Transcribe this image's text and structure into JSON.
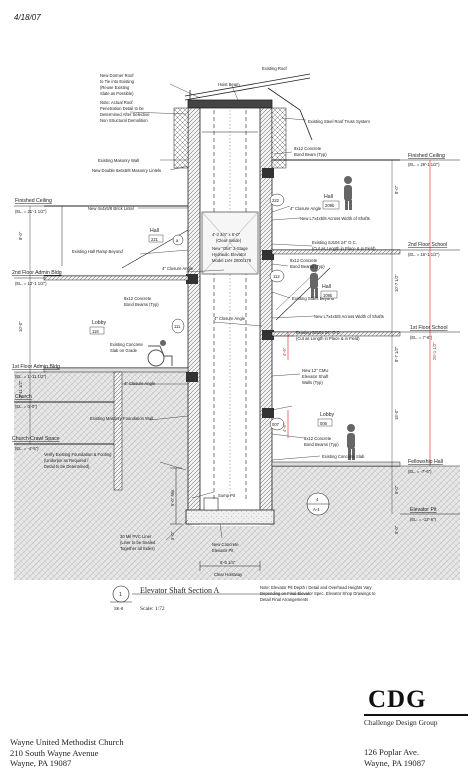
{
  "sheet": {
    "date": "4/18/07",
    "title": "Elevator Shaft Section A",
    "scale": "Scale: 1:72",
    "section_id": "1",
    "section_sheet": "SK-8"
  },
  "levels_left": {
    "finished_ceiling": "Finished Ceiling",
    "finished_ceiling_el": "(EL. = 21'-1 1/2\")",
    "second_floor_admin": "2nd Floor Admin Bldg",
    "second_floor_admin_el": "(EL. = 13'-1 1/2\")",
    "first_floor_admin": "1st Floor Admin Bldg",
    "first_floor_admin_el": "(EL. = 1'-11 1/2\")",
    "church": "Church",
    "church_el": "(EL. = 0'-0\")",
    "crawl_space": "Church Crawl Space",
    "crawl_space_el": "(EL. = -4'-5\")"
  },
  "levels_right": {
    "finished_ceiling": "Finished Ceiling",
    "finished_ceiling_el": "(EL. = 26'-1 1/2\")",
    "second_floor_school": "2nd Floor School",
    "second_floor_school_el": "(EL. = 16'-1 1/2\")",
    "first_floor_school": "1st Floor School",
    "first_floor_school_el": "(EL. = 7'-6\")",
    "fellowship_hall": "Fellowship Hall",
    "fellowship_hall_el": "(EL. = -7'-6\")",
    "elevator_pit": "Elevator Pit",
    "elevator_pit_el": "(EL. = -12'-6\")"
  },
  "callouts": {
    "existing_roof": "Existing Roof",
    "new_dormer_1": "New Dormer Roof",
    "new_dormer_2": "to Tie into Existing",
    "new_dormer_3": "(Reuse Existing",
    "new_dormer_4": "Slate as Possible)",
    "note_1": "Note: Actual Roof",
    "note_2": "Penetration Detail to be",
    "note_3": "Determined After Selective",
    "note_4": "Non Structural Demolition",
    "hoist_beam": "Hoist Beam",
    "steel_truss": "Existing Steel Roof Truss System",
    "bond_beam_top_1": "8x12 Concrete",
    "bond_beam_top_2": "Bond Beam (Typ)",
    "existing_masonry_wall": "Existing Masonry Wall",
    "new_lintels": "New Double 6x6x5/8 Masonry Lintels",
    "new_lintel": "New 4x4x5/8 Brick Lintel",
    "closure_angle_1": "4\" Closure Angle",
    "new_l7_1": "New L7x4x5/8 Across Width of Shafts",
    "ramp_beyond": "Existing Hall Ramp Beyond",
    "closure_angle_2": "4\" Closure Angle",
    "joists_1": "Existing SJ104 24\" O.C.",
    "joists_1b": "(Cut as Length in Place & in Field)",
    "bond_beams_mid_1": "8x12 Concrete",
    "bond_beams_mid_2": "Bond Beams (Typ)",
    "bond_beams_low_1": "8x12 Concrete",
    "bond_beams_low_2": "Bond Beams (Typ)",
    "stairs_beyond": "Existing Stairs Beyond",
    "new_l7_2": "New L7x4x5/8 Across Width of Shafts",
    "closure_angle_3": "4\" Closure Angle",
    "joists_2": "Existing SJ104 24\" O.C.",
    "joists_2b": "(Cut as Length in Place & in Field)",
    "slab_on_grade_1": "Existing Concrete",
    "slab_on_grade_2": "Slab on Grade",
    "cmu_1": "New 12\" CMU",
    "cmu_2": "Elevator Shaft",
    "cmu_3": "Walls (Typ)",
    "closure_angle_4": "4\" Closure Angle",
    "masonry_foundation": "Existing Masonry Foundation Wall",
    "bond_beams_bot_1": "8x12 Concrete",
    "bond_beams_bot_2": "Bond Beams (Typ)",
    "existing_slab": "Existing Concrete Slab",
    "verify_1": "Verify Existing Foundation & Footing",
    "verify_2": "(Underpin as Required /",
    "verify_3": "Detail to be Determined)",
    "sump_pit": "Sump Pit",
    "pvc_1": "30 Mil PVC Liner",
    "pvc_2": "(Liner to be Sealed",
    "pvc_3": "Together all Sides)",
    "new_pit_1": "New Concrete",
    "new_pit_2": "Elevator Pit",
    "clear_hoistway": "Clear Hoistway",
    "hoistway_dim": "6'-6 1/4\"",
    "elevator_1": "4'-3 3/4\" x 6'-0\"",
    "elevator_2": "(Clear Inside)",
    "elevator_3": "New \"Otis\" 2-Stage",
    "elevator_4": "Hydraulic Elevator",
    "elevator_5": "Model LVH 2000/178",
    "note_bottom_1": "Note: Elevator Pit Depth / Detail and Overhead Heights Vary",
    "note_bottom_2": "Depending on Final Elevator Spec. Elevator Shop Drawings to",
    "note_bottom_3": "Detail Final Arrangements"
  },
  "rooms": {
    "hall_upper": "Hall",
    "hall_upper_no": "209b",
    "hall_left": "Hall",
    "hall_left_no": "221",
    "hall_mid": "Hall",
    "hall_mid_no": "109b",
    "lobby_left": "Lobby",
    "lobby_left_no": "118",
    "lobby_right": "Lobby",
    "lobby_right_no": "006",
    "tag_222": "222",
    "tag_112": "112",
    "tag_111": "111",
    "tag_007": "007",
    "tag_a": "a",
    "detail_no": "4",
    "detail_sheet": "A-4"
  },
  "dimensions": {
    "d_left_top": "8'-0\"",
    "d_left_mid": "10'-0\"",
    "d_left_low": "3'-11 1/2\"",
    "d_left_pit": "5'-0\" Min.",
    "d_left_pit2": "5'-0\"",
    "d_right_top": "8'-0\"",
    "d_right_a": "10'-7 1/2\"",
    "d_right_b": "8'-7 1/2\"",
    "d_right_c": "15'-0\"",
    "d_right_d": "5'-0\"",
    "d_right_e": "5'-0\"",
    "d_total": "25'-1 1/2\"",
    "d_red_1": "4'-6\"",
    "d_red_2": "4'-6\""
  },
  "logo": {
    "mark": "CDG",
    "name": "Challenge Design Group"
  },
  "client": {
    "line1": "Wayne United Methodist Church",
    "line2": "210 South Wayne Avenue",
    "line3": "Wayne, PA 19087"
  },
  "office": {
    "line1": "126 Poplar Ave.",
    "line2": "Wayne, PA 19087"
  },
  "colors": {
    "line": "#222222",
    "hatch": "#9a9a9a",
    "earth": "#d9d9d9",
    "red_dim": "#d22020",
    "dark_wall": "#333333"
  }
}
